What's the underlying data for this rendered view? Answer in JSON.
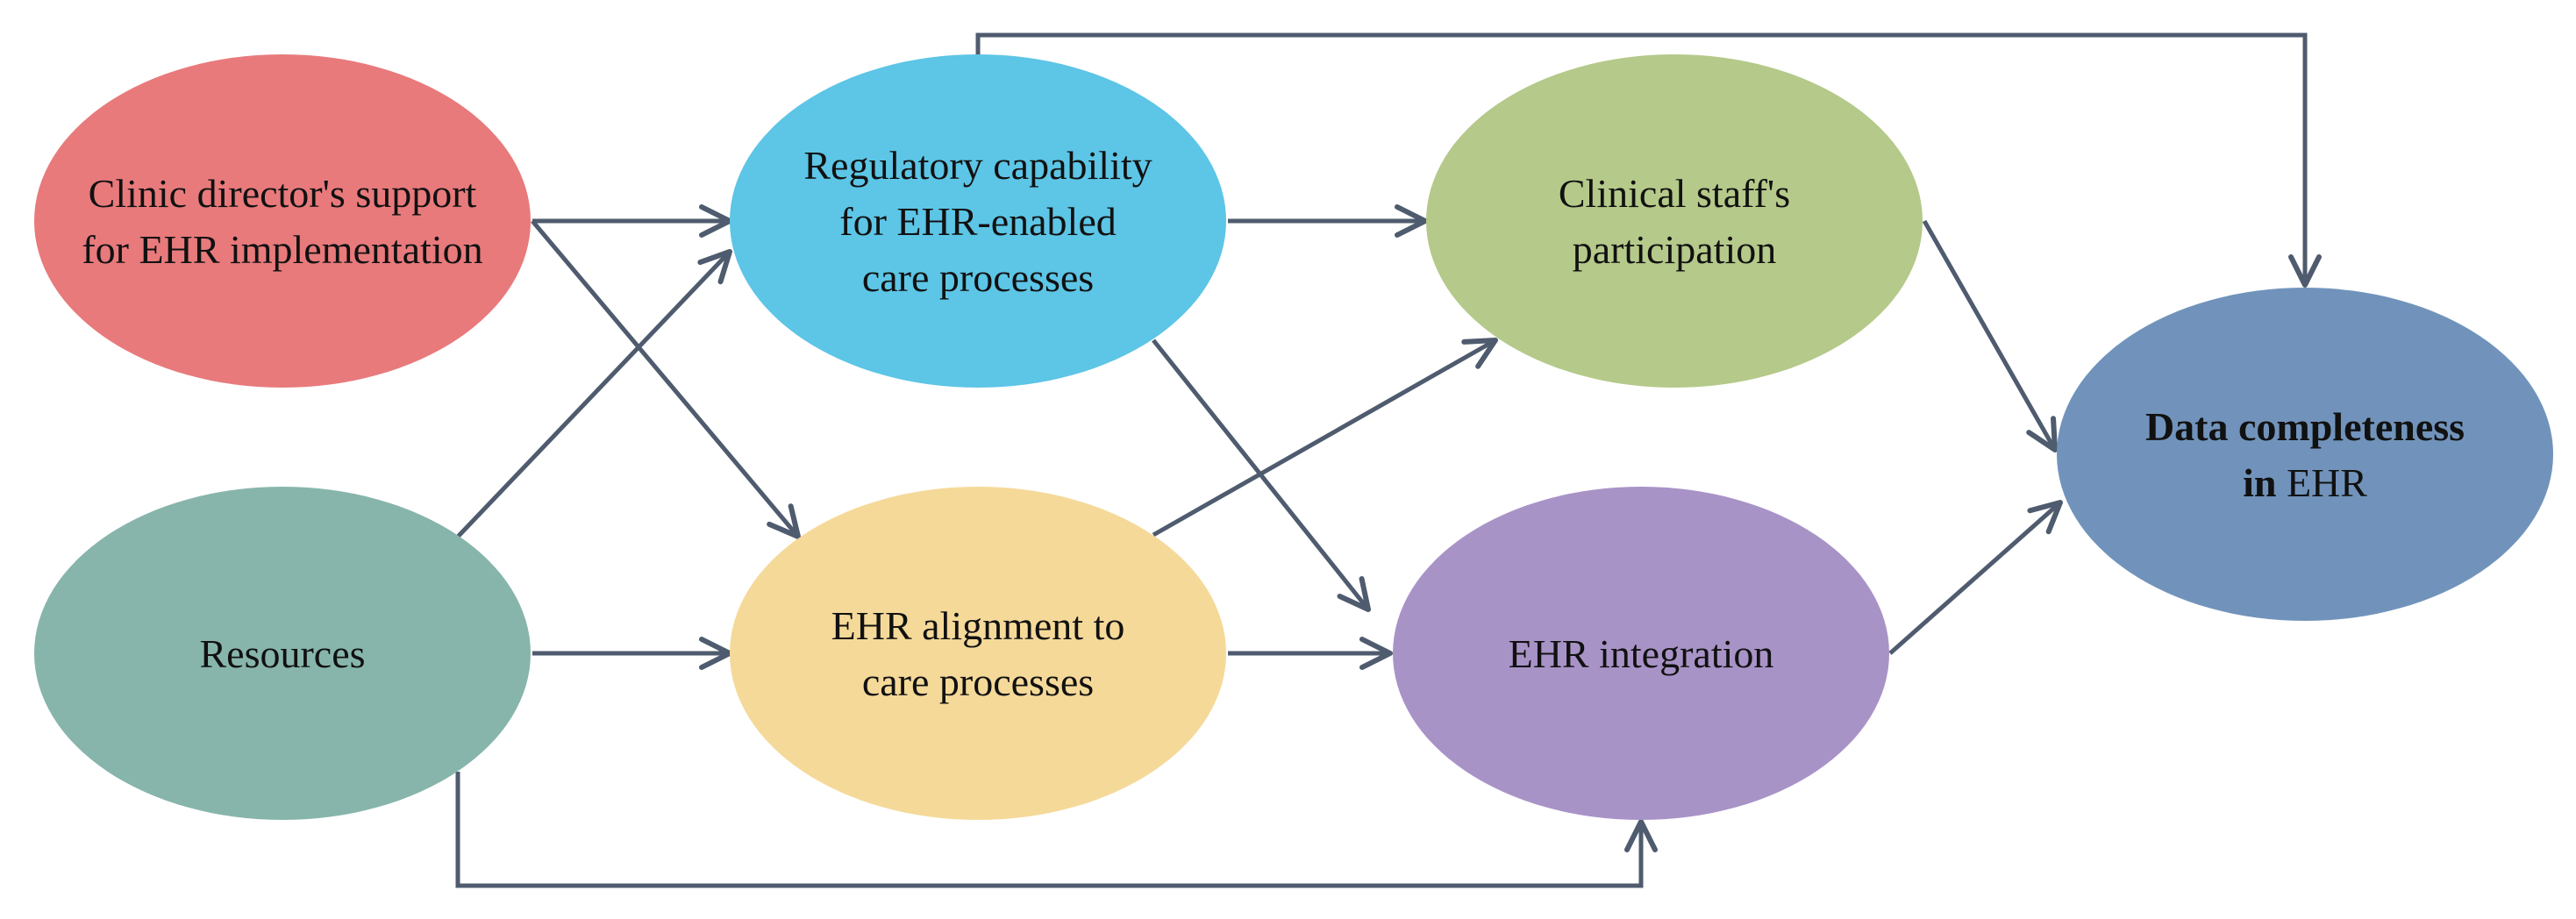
{
  "nodes": [
    {
      "id": "director",
      "lines": [
        "Clinic director's support",
        "for EHR implementation"
      ],
      "color": "#e87a7c"
    },
    {
      "id": "regulatory",
      "lines": [
        "Regulatory capability",
        "for EHR-enabled",
        "care processes"
      ],
      "color": "#5dc5e6"
    },
    {
      "id": "staff",
      "lines": [
        "Clinical staff's",
        "participation"
      ],
      "color": "#b5c98a"
    },
    {
      "id": "resources",
      "lines": [
        "Resources"
      ],
      "color": "#87b5ab"
    },
    {
      "id": "alignment",
      "lines": [
        "EHR alignment to",
        "care processes"
      ],
      "color": "#f5d999"
    },
    {
      "id": "integration",
      "lines": [
        "EHR integration"
      ],
      "color": "#a893c7"
    },
    {
      "id": "completeness",
      "lines": [
        [
          {
            "text": "Data completeness",
            "bold": true
          }
        ],
        [
          {
            "text": "in",
            "bold": true
          },
          {
            "text": " EHR",
            "bold": false
          }
        ]
      ],
      "color": "#7193bb"
    }
  ],
  "edges": [
    {
      "from": "director",
      "to": "regulatory"
    },
    {
      "from": "director",
      "to": "alignment"
    },
    {
      "from": "resources",
      "to": "regulatory"
    },
    {
      "from": "resources",
      "to": "alignment"
    },
    {
      "from": "resources",
      "to": "integration"
    },
    {
      "from": "regulatory",
      "to": "staff"
    },
    {
      "from": "regulatory",
      "to": "integration"
    },
    {
      "from": "regulatory",
      "to": "completeness"
    },
    {
      "from": "alignment",
      "to": "staff"
    },
    {
      "from": "alignment",
      "to": "integration"
    },
    {
      "from": "staff",
      "to": "completeness"
    },
    {
      "from": "integration",
      "to": "completeness"
    }
  ],
  "edge_color": "#4f5b6e"
}
